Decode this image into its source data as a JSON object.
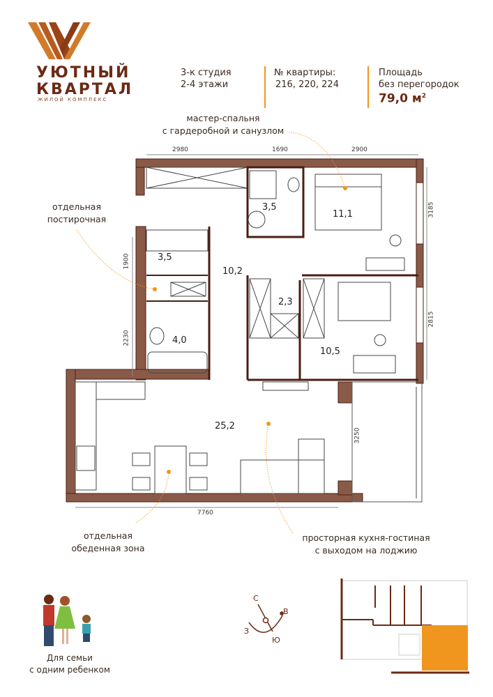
{
  "logo": {
    "line1": "УЮТНЫЙ",
    "line2": "КВАРТАЛ",
    "subtitle": "ЖИЛОЙ КОМПЛЕКС"
  },
  "info": {
    "type_line1": "3-к студия",
    "type_line2": "2-4 этажи",
    "apt_label": "№ квартиры:",
    "apt_numbers": "216, 220, 224",
    "area_label1": "Площадь",
    "area_label2": "без перегородок",
    "area_value": "79,0 м",
    "area_unit_sup": "2"
  },
  "annotations": {
    "master_line1": "мастер-спальня",
    "master_line2": "с гардеробной и санузлом",
    "laundry_line1": "отдельная",
    "laundry_line2": "постирочная",
    "dining_line1": "отдельная",
    "dining_line2": "обеденная зона",
    "living_line1": "просторная кухня-гостиная",
    "living_line2": "с выходом на лоджию"
  },
  "rooms": {
    "master_bath": "3,5",
    "master_bedroom": "11,1",
    "laundry": "3,5",
    "hall": "10,2",
    "wardrobe": "2,3",
    "bathroom": "4,0",
    "bedroom2": "10,5",
    "kitchen_living": "25,2"
  },
  "dimensions": {
    "top1": "2980",
    "top2": "1690",
    "top3": "2900",
    "right1": "3185",
    "right2": "2815",
    "loggia": "3250",
    "left1": "1900",
    "left2": "2230",
    "bottom": "7760"
  },
  "compass": {
    "north": "С",
    "east": "В",
    "west": "З",
    "south": "Ю"
  },
  "family": {
    "line1": "Для семьи",
    "line2": "с одним ребенком"
  },
  "colors": {
    "brand": "#6b2a14",
    "accent": "#f0961e",
    "wall": "#4a1e10"
  }
}
